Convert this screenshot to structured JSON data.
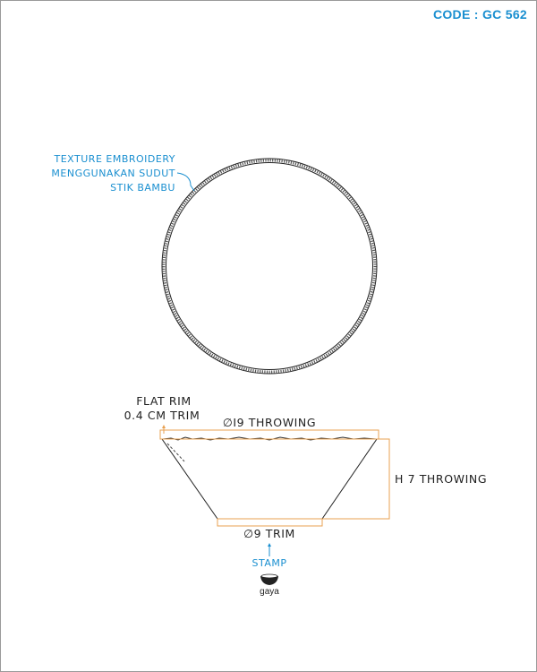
{
  "code": "CODE : GC 562",
  "texture_note": [
    "TEXTURE EMBROIDERY",
    "MENGGUNAKAN SUDUT",
    "STIK BAMBU"
  ],
  "rim_note": [
    "FLAT RIM",
    "0.4 CM TRIM"
  ],
  "top_diameter": "∅I9 THROWING",
  "height": "H 7 THROWING",
  "base_diameter": "∅9 TRIM",
  "stamp_label": "STAMP",
  "stamp_brand": "gaya",
  "colors": {
    "accent": "#1a8fd0",
    "dimension": "#e8a050",
    "line": "#222222"
  }
}
